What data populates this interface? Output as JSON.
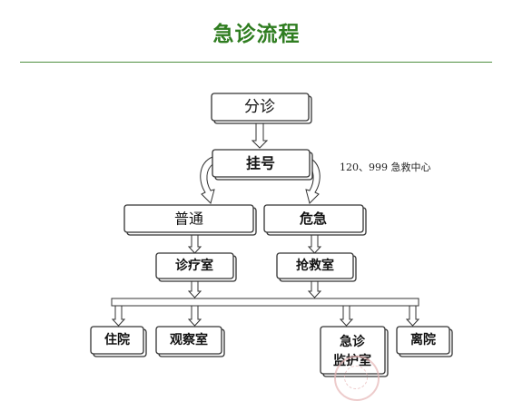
{
  "page": {
    "title": "急诊流程",
    "note": "120、999 急救中心"
  },
  "nodes": {
    "triage": "分诊",
    "register": "挂号",
    "ordinary": "普通",
    "critical": "危急",
    "clinic": "诊疗室",
    "rescue": "抢救室",
    "admit": "住院",
    "observation": "观察室",
    "icu_line1": "急诊",
    "icu_line2": "监护室",
    "discharge": "离院"
  },
  "colors": {
    "title": "#2f7d20",
    "rule": "#4f8f40",
    "box_border": "#333333",
    "arrow_fill": "#ffffff",
    "stamp": "#e6b6b6"
  }
}
